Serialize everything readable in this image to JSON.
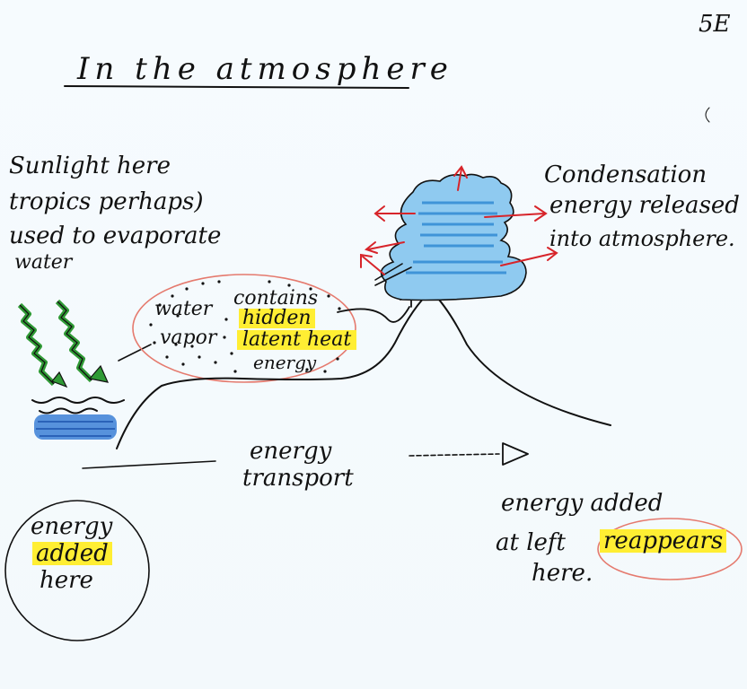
{
  "page_number": "5E",
  "title": "In the atmosphere",
  "sunlight_note": [
    "Sunlight here",
    "tropics perhaps)",
    "used to evaporate",
    "water"
  ],
  "vapor_bubble": {
    "line1_a": "water",
    "line1_b": "contains",
    "line2_a": "vapor",
    "line2_b": "hidden",
    "line3": "latent heat",
    "line4": "energy"
  },
  "condensation_note": [
    "Condensation",
    "energy released",
    "into atmosphere."
  ],
  "transport_label": [
    "energy",
    "transport"
  ],
  "energy_added": [
    "energy",
    "added",
    "here"
  ],
  "reappears_note": {
    "line1": "energy added",
    "line2_a": "at left",
    "line2_b": "reappears",
    "line3": "here."
  },
  "colors": {
    "ink": "#111111",
    "highlight": "#ffee33",
    "ocean": "#3b7fd6",
    "cloud": "#59aee6",
    "sun_rays": "#2f9a35",
    "circle": "#e57a6e",
    "arrows": "#d7242a"
  }
}
